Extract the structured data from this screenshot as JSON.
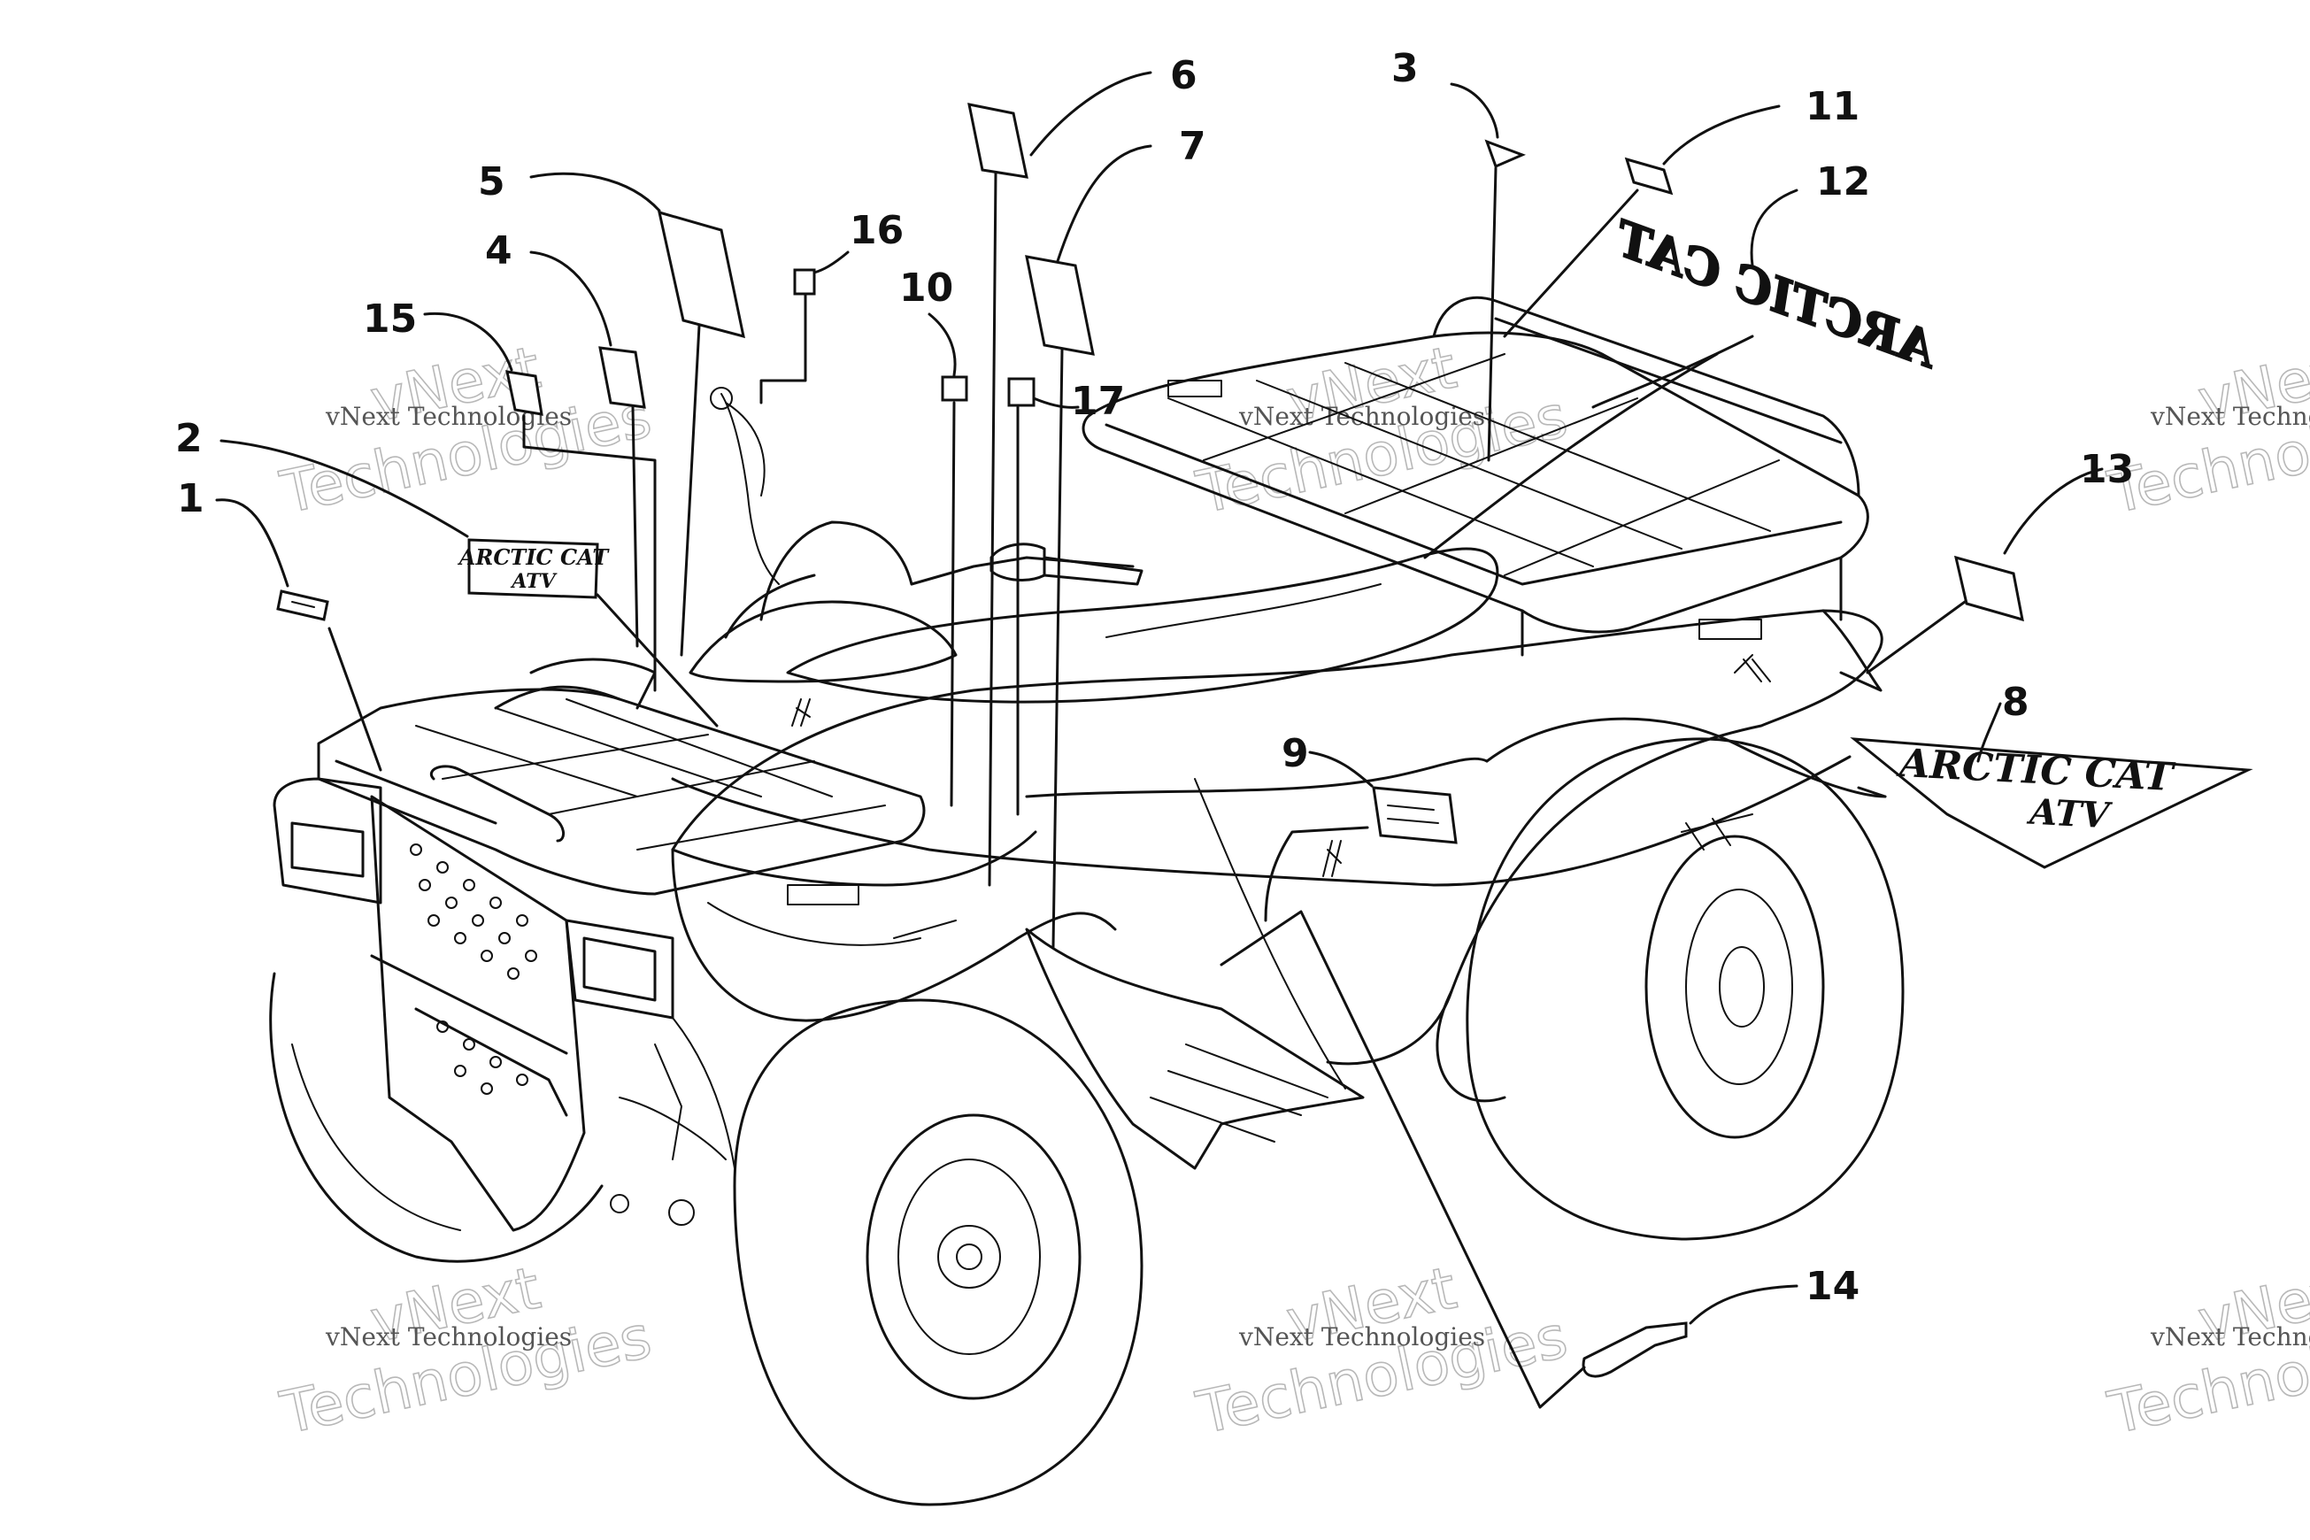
{
  "callouts": [
    "1",
    "2",
    "3",
    "4",
    "5",
    "6",
    "7",
    "8",
    "9",
    "10",
    "11",
    "12",
    "13",
    "14",
    "15",
    "16",
    "17"
  ],
  "decals": {
    "d2_line1": "ARCTIC CAT",
    "d2_line2": "ATV",
    "d8_line1": "ARCTIC CAT",
    "d8_line2": "ATV",
    "d12": "ARCTIC CAT"
  },
  "watermark": {
    "brand_top": "vNext",
    "brand_bottom": "Technologies",
    "caption": "vNext Technologies"
  }
}
